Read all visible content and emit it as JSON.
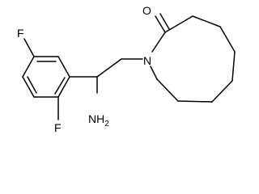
{
  "molecule": {
    "atoms": {
      "oxygen": "O",
      "nitrogen": "N",
      "amine": "NH",
      "amine_sub": "2",
      "fluorine_top": "F",
      "fluorine_bottom": "F"
    }
  },
  "colors": {
    "bond": "#000000",
    "label": "#000000",
    "background": "#ffffff"
  }
}
